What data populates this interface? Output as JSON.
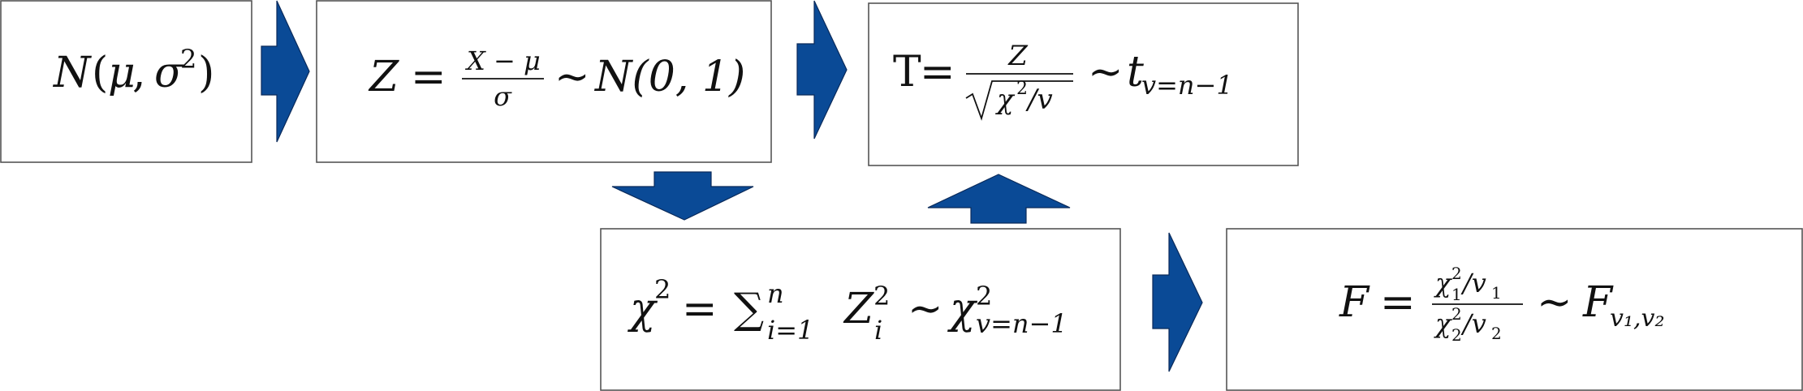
{
  "nodes": {
    "normal": {
      "func": "N",
      "open": "(",
      "mu": "μ",
      "comma": ",",
      "sigma": "σ",
      "sq": "2",
      "close": ")"
    },
    "z": {
      "lhs": "Z",
      "eq": "=",
      "num": "X − μ",
      "den": "σ",
      "sim": "∼",
      "rhs": "N(0, 1)"
    },
    "t": {
      "lhs": "T",
      "eq": "=",
      "num": "Z",
      "den_chi": "χ",
      "den_sq": "2",
      "den_rest": "/v",
      "sim": "∼",
      "rhs": "t",
      "sub": "v=n−1"
    },
    "chi": {
      "lhs": "χ",
      "sq": "2",
      "eq": "=",
      "sum": "∑",
      "sum_sub": "i=1",
      "sum_sup": "n",
      "term": "Z",
      "term_sup": "2",
      "term_sub": "i",
      "sim": "∼",
      "rhs": "χ",
      "rhs_sup": "2",
      "rhs_sub": "v=n−1"
    },
    "f": {
      "lhs": "F",
      "eq": "=",
      "num_chi": "χ",
      "num_sup": "2",
      "num_sub": "1",
      "num_slash": "/v",
      "num_vsub": "1",
      "den_chi": "χ",
      "den_sup": "2",
      "den_sub": "2",
      "den_slash": "/v",
      "den_vsub": "2",
      "sim": "∼",
      "rhs": "F",
      "rhs_sub": "v₁,v₂"
    }
  },
  "colors": {
    "arrow_fill": "#0a4a96",
    "arrow_stroke": "#0a2a5a",
    "box_stroke": "#555555"
  }
}
